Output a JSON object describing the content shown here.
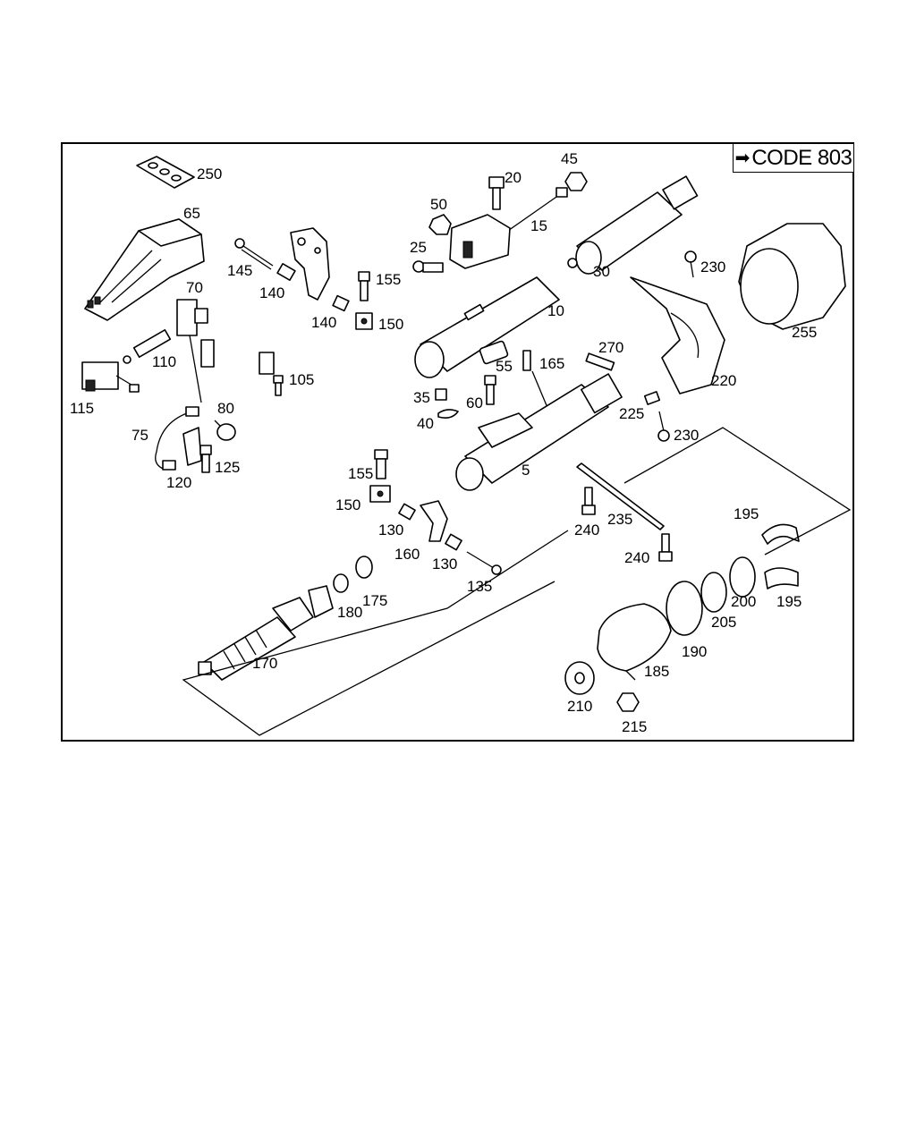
{
  "code_badge": {
    "arrow": "➡",
    "text": "CODE 803"
  },
  "colors": {
    "line": "#000000",
    "background": "#ffffff"
  },
  "part_labels": [
    "250",
    "65",
    "145",
    "140",
    "155",
    "140",
    "150",
    "70",
    "110",
    "115",
    "105",
    "80",
    "75",
    "125",
    "120",
    "20",
    "45",
    "50",
    "15",
    "25",
    "30",
    "230",
    "10",
    "270",
    "55",
    "165",
    "255",
    "35",
    "60",
    "220",
    "40",
    "225",
    "230",
    "5",
    "155",
    "150",
    "130",
    "235",
    "195",
    "240",
    "160",
    "130",
    "240",
    "135",
    "175",
    "180",
    "170",
    "200",
    "195",
    "205",
    "190",
    "185",
    "210",
    "215"
  ]
}
